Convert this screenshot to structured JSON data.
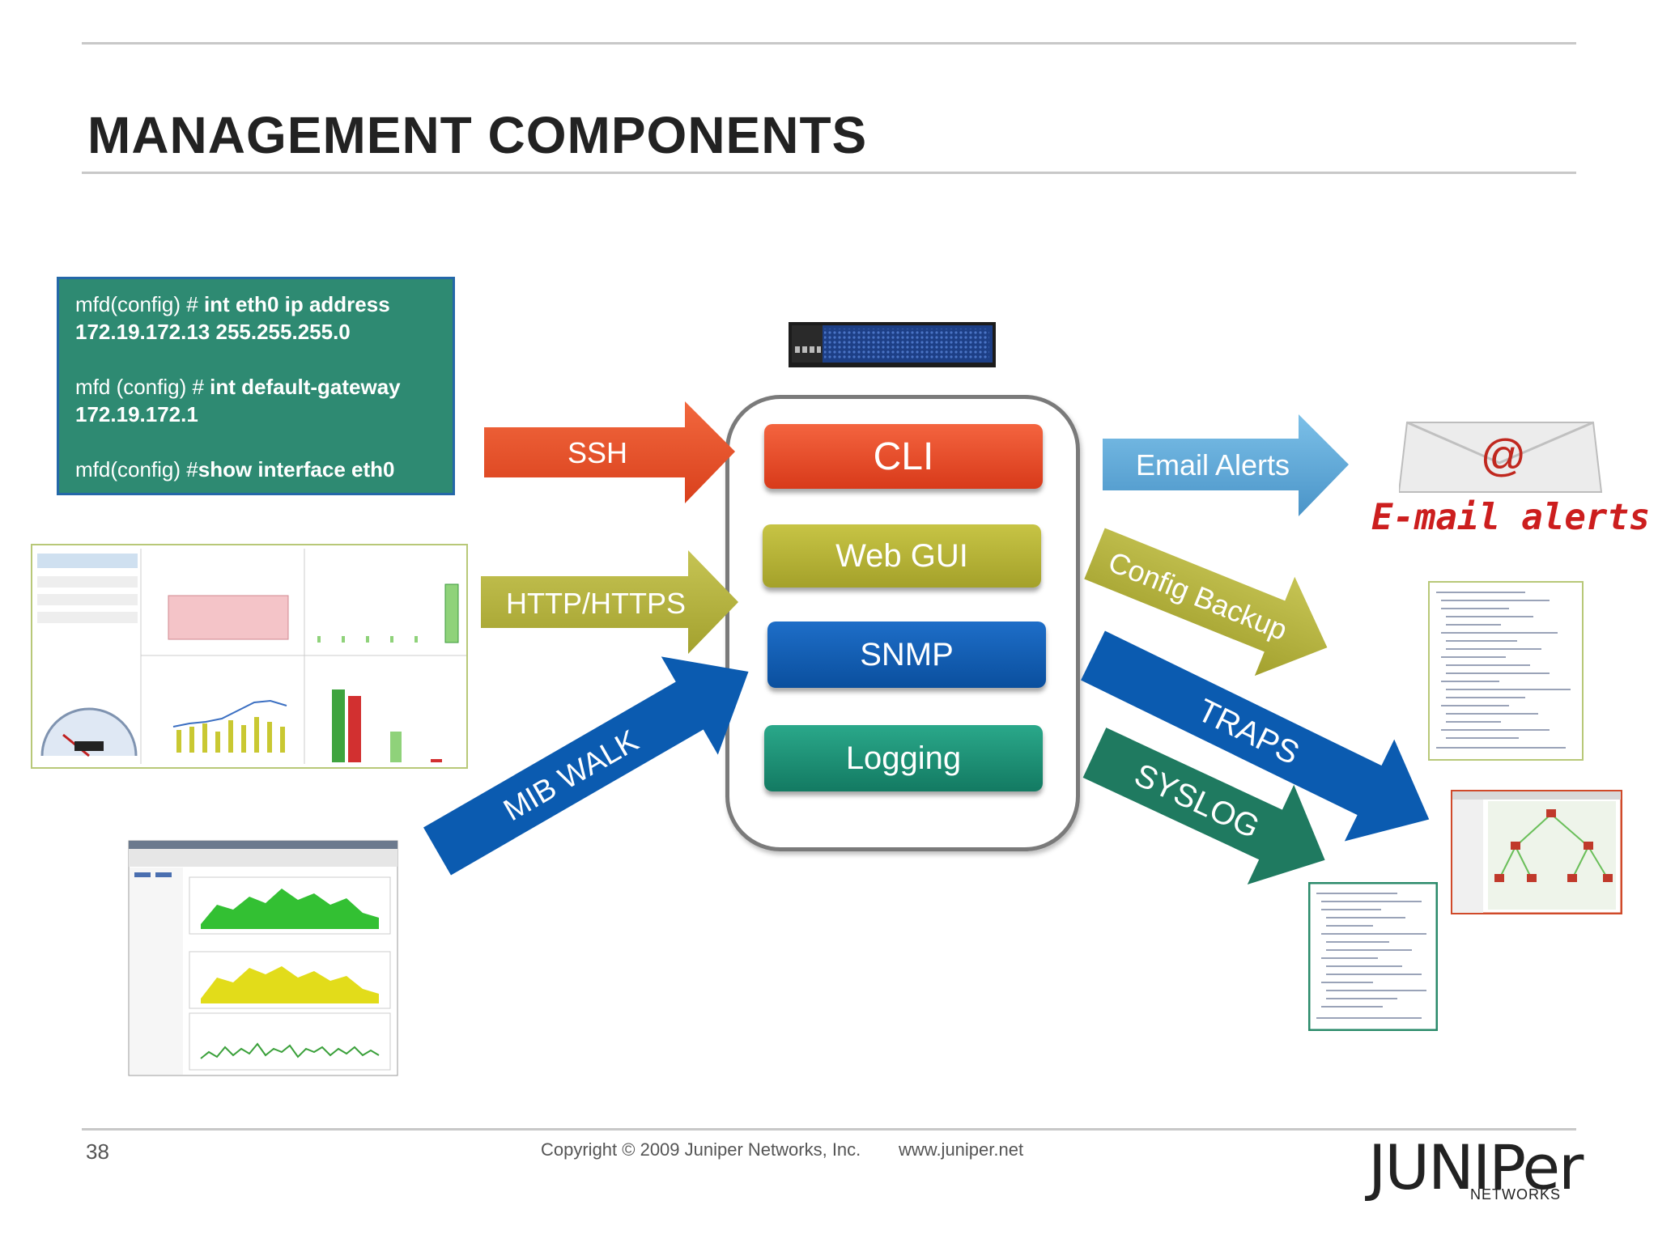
{
  "slide": {
    "title": "MANAGEMENT COMPONENTS",
    "page_number": "38",
    "copyright": "Copyright © 2009 Juniper Networks, Inc.",
    "url": "www.juniper.net",
    "logo_text": "JUNIPer",
    "logo_sub": "NETWORKS"
  },
  "config_box": {
    "lines": [
      {
        "prefix": "mfd(config) # ",
        "command": "int eth0 ip address",
        "cont": "172.19.172.13 255.255.255.0"
      },
      {
        "prefix": "mfd (config) # ",
        "command": "int default-gateway",
        "cont": "172.19.172.1"
      },
      {
        "prefix": "mfd(config) #",
        "command": "show interface eth0",
        "cont": ""
      }
    ]
  },
  "hub": {
    "cli": "CLI",
    "web_gui": "Web GUI",
    "snmp": "SNMP",
    "logging": "Logging"
  },
  "arrows": {
    "ssh": "SSH",
    "http": "HTTP/HTTPS",
    "mib": "MIB WALK",
    "email": "Email Alerts",
    "config": "Config Backup",
    "traps": "TRAPS",
    "syslog": "SYSLOG"
  },
  "email_icon": {
    "symbol": "@",
    "caption": "E-mail alerts !"
  },
  "colors": {
    "red": "#e8502e",
    "olive": "#b4b23a",
    "blue": "#0b5bb0",
    "teal": "#1f8a6c",
    "sky": "#5aa6d8",
    "config_bg": "#2e8a72"
  }
}
